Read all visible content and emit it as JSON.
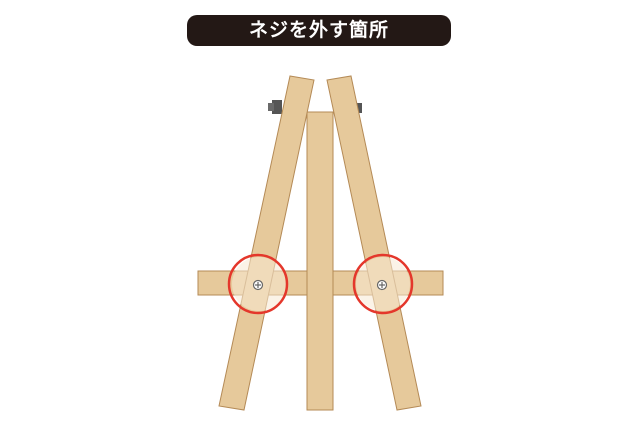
{
  "title": "ネジを外す箇所",
  "colors": {
    "wood": "#e6c99b",
    "wood_edge": "#b48a56",
    "highlight": "#f5e5c9",
    "marker": "#e4372b",
    "hardware": "#555555",
    "title_bg": "#231815"
  },
  "markers": [
    "left-screw-location",
    "right-screw-location"
  ]
}
